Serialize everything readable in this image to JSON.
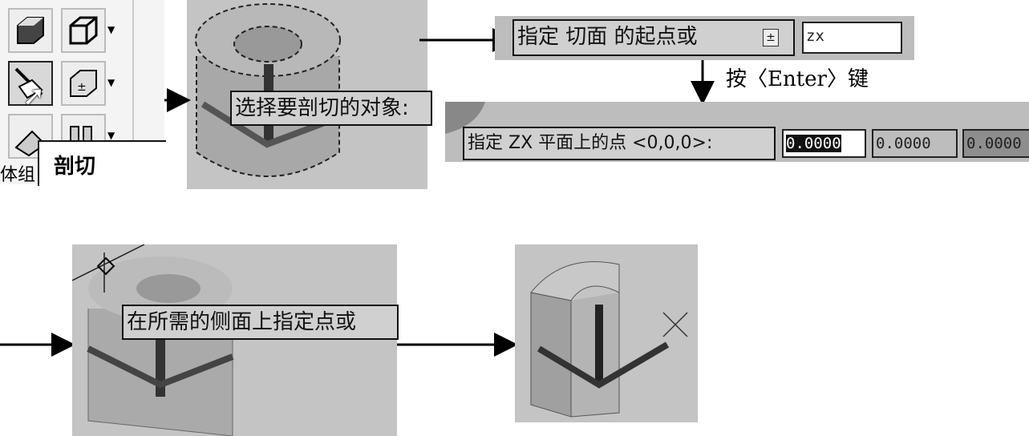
{
  "toolbar": {
    "tooltip": "剖切",
    "group_label": "体组"
  },
  "step1": {
    "prompt": "选择要剖切的对象:"
  },
  "step2": {
    "prompt": "指定 切面 的起点或",
    "input_value": "zx",
    "icon": "dropdown-arrow-icon"
  },
  "note": {
    "text": "按〈Enter〉键"
  },
  "step3": {
    "prompt": "指定 ZX 平面上的点 <0,0,0>:",
    "fields": [
      "0.0000",
      "0.0000",
      "0.0000"
    ]
  },
  "step4": {
    "prompt": "在所需的侧面上指定点或"
  }
}
